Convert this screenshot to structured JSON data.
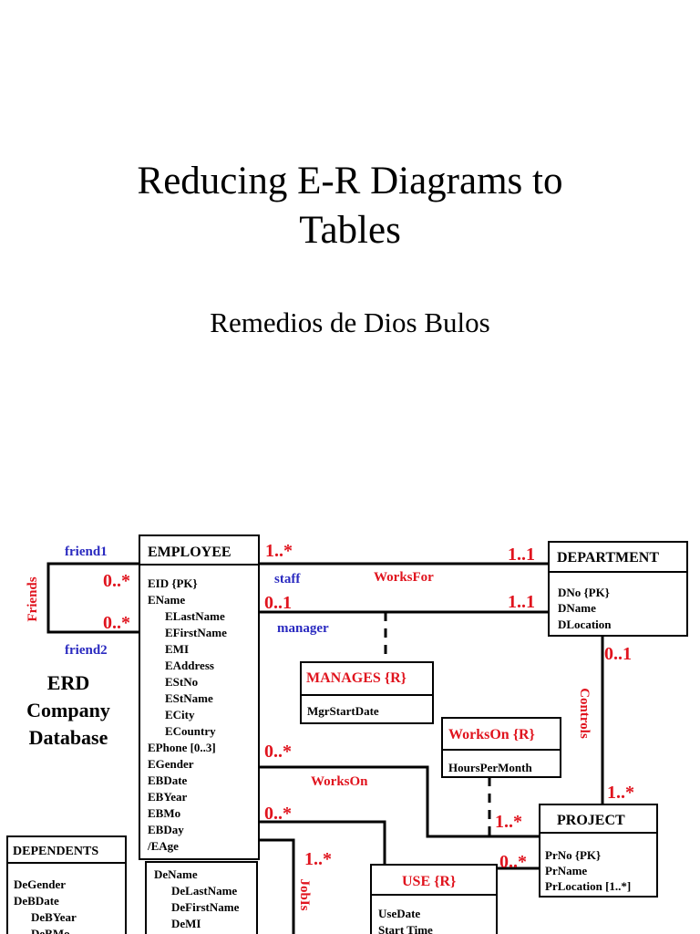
{
  "slide": {
    "title_line1": "Reducing E-R Diagrams to",
    "title_line2": "Tables",
    "author": "Remedios de Dios Bulos"
  },
  "diagram_label": [
    "ERD",
    "Company",
    "Database"
  ],
  "entities": {
    "employee": {
      "name": "EMPLOYEE",
      "attributes": [
        "EID {PK}",
        "EName",
        "ELastName",
        "EFirstName",
        "EMI",
        "EAddress",
        "EStNo",
        "EStName",
        "ECity",
        "ECountry",
        "EPhone [0..3]",
        "EGender",
        "EBDate",
        "EBYear",
        "EBMo",
        "EBDay",
        "/EAge"
      ]
    },
    "department": {
      "name": "DEPARTMENT",
      "attributes": [
        "DNo {PK}",
        "DName",
        "DLocation"
      ]
    },
    "project": {
      "name": "PROJECT",
      "attributes": [
        "PrNo {PK}",
        "PrName",
        "PrLocation [1..*]"
      ]
    },
    "dependents": {
      "name": "DEPENDENTS",
      "attributes": [
        "DeGender",
        "DeBDate",
        "DeBYear",
        "DeBMo"
      ]
    },
    "dependent_name": {
      "attributes": [
        "DeName",
        "DeLastName",
        "DeFirstName",
        "DeMI"
      ]
    }
  },
  "associations": {
    "manages": {
      "name": "MANAGES {R}",
      "attributes": [
        "MgrStartDate"
      ]
    },
    "workson": {
      "name": "WorksOn {R}",
      "attributes": [
        "HoursPerMonth"
      ]
    },
    "use": {
      "name": "USE {R}",
      "attributes": [
        "UseDate",
        "Start Time"
      ]
    }
  },
  "relationship_labels": {
    "friends": "Friends",
    "friend1": "friend1",
    "friend2": "friend2",
    "worksfor": "WorksFor",
    "staff": "staff",
    "manager": "manager",
    "controls": "Controls",
    "workson": "WorksOn",
    "jobis": "JobIs"
  },
  "multiplicities": {
    "friends_top": "0..*",
    "friends_bottom": "0..*",
    "emp_worksfor": "1..*",
    "dept_worksfor": "1..1",
    "emp_manager": "0..1",
    "dept_manager": "1..1",
    "dept_controls": "0..1",
    "proj_controls": "1..*",
    "emp_workson": "0..*",
    "proj_workson": "1..*",
    "emp_use": "0..*",
    "proj_use": "0..*",
    "jobis": "1..*"
  },
  "colors": {
    "relationship_red": "#e0141e",
    "role_blue": "#2a2ac0"
  }
}
